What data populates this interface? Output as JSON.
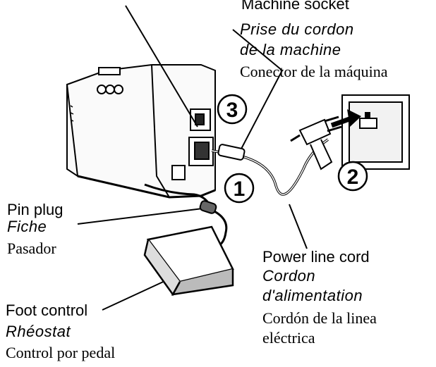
{
  "labels": {
    "machine_socket": {
      "en": "Machine socket",
      "fr_line1": "Prise du cordon",
      "fr_line2": "de la machine",
      "es": "Conector de la máquina"
    },
    "pin_plug": {
      "en": "Pin plug",
      "fr": "Fiche",
      "es": "Pasador"
    },
    "power_line_cord": {
      "en": "Power line cord",
      "fr_line1": "Cordon",
      "fr_line2": "d'alimentation",
      "es_line1": "Cordón de la linea",
      "es_line2": "eléctrica"
    },
    "foot_control": {
      "en": "Foot control",
      "fr": "Rhéostat",
      "es": "Control por pedal"
    }
  },
  "steps": [
    "1",
    "2",
    "3"
  ]
}
